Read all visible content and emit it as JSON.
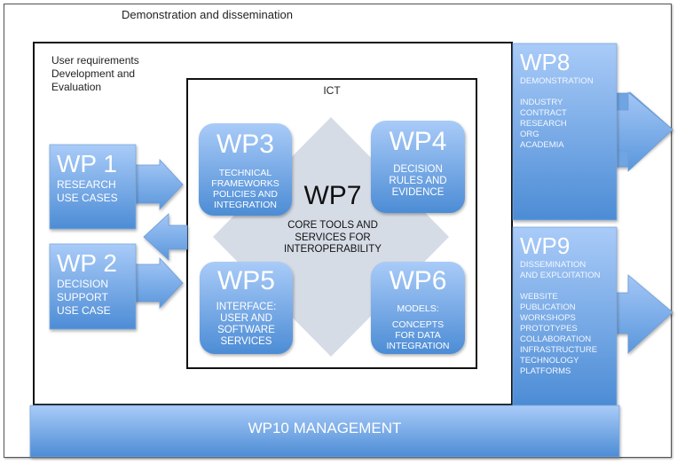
{
  "outer": {
    "label": "Demonstration and dissemination"
  },
  "middle": {
    "label_lines": [
      "User requirements",
      "Development and",
      "Evaluation"
    ]
  },
  "ict": {
    "label": "ICT"
  },
  "colors": {
    "box_top": "#a7c8f7",
    "box_bottom": "#4f8fd6",
    "diamond": "#d6dce6",
    "frame": "#111111"
  },
  "work_packages": {
    "wp1": {
      "title": "WP 1",
      "lines": [
        "RESEARCH",
        "USE CASES"
      ]
    },
    "wp2": {
      "title": "WP 2",
      "lines": [
        "DECISION",
        "SUPPORT",
        "USE CASE"
      ]
    },
    "wp3": {
      "title": "WP3",
      "lines": [
        "TECHNICAL",
        "FRAMEWORKS",
        "POLICIES AND",
        "INTEGRATION"
      ]
    },
    "wp4": {
      "title": "WP4",
      "lines": [
        "DECISION",
        "RULES AND",
        "EVIDENCE"
      ]
    },
    "wp5": {
      "title": "WP5",
      "lines": [
        "INTERFACE:",
        "USER AND",
        "SOFTWARE",
        "SERVICES"
      ]
    },
    "wp6": {
      "title": "WP6",
      "lines": [
        "MODELS:",
        "",
        "CONCEPTS",
        "FOR DATA",
        "INTEGRATION"
      ]
    },
    "wp7": {
      "title": "WP7",
      "lines": [
        "CORE TOOLS AND",
        "SERVICES FOR",
        "INTEROPERABILITY"
      ]
    },
    "wp8": {
      "title": "WP8",
      "lines": [
        "DEMONSTRATION",
        "",
        "INDUSTRY",
        "CONTRACT",
        "RESEARCH",
        "ORG",
        "ACADEMIA"
      ]
    },
    "wp9": {
      "title": "WP9",
      "lines": [
        "DISSEMINATION",
        "AND EXPLOITATION",
        "",
        "WEBSITE",
        "PUBLICATION",
        "WORKSHOPS",
        "PROTOTYPES",
        "COLLABORATION",
        "INFRASTRUCTURE",
        "TECHNOLOGY",
        "PLATFORMS"
      ]
    },
    "wp10": {
      "title": "WP10 MANAGEMENT"
    }
  }
}
